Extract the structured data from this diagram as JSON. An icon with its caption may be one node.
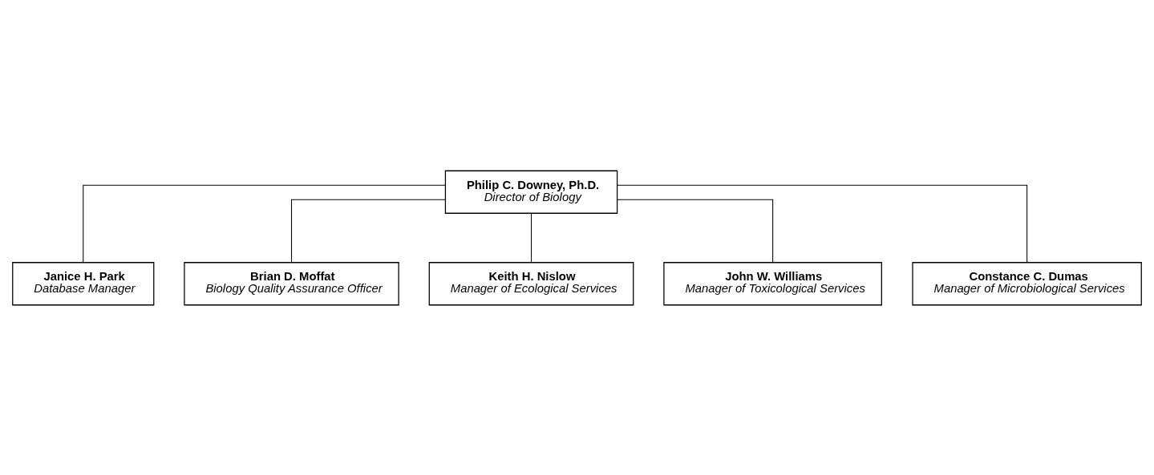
{
  "diagram": {
    "nodes": [
      {
        "text": [
          "Philip C. Downey, Ph.D.",
          "Director of Biology"
        ]
      },
      {
        "text": [
          "Janice H. Park",
          "Database Manager"
        ]
      },
      {
        "text": [
          "Brian D. Moffat",
          "Biology Quality Assurance Officer"
        ]
      },
      {
        "text": [
          "Keith H. Nislow",
          "Manager of Ecological Services"
        ]
      },
      {
        "text": [
          "John W. Williams",
          "Manager of Toxicological Services"
        ]
      },
      {
        "text": [
          "Constance C. Dumas",
          "Manager of Microbiological Services"
        ]
      }
    ],
    "edges": [
      {
        "from": 0,
        "to": 1,
        "arrow": "none"
      },
      {
        "from": 0,
        "to": 2,
        "arrow": "none"
      },
      {
        "from": 0,
        "to": 3,
        "arrow": "none"
      },
      {
        "from": 0,
        "to": 4,
        "arrow": "none"
      },
      {
        "from": 0,
        "to": 5,
        "arrow": "none"
      }
    ]
  }
}
